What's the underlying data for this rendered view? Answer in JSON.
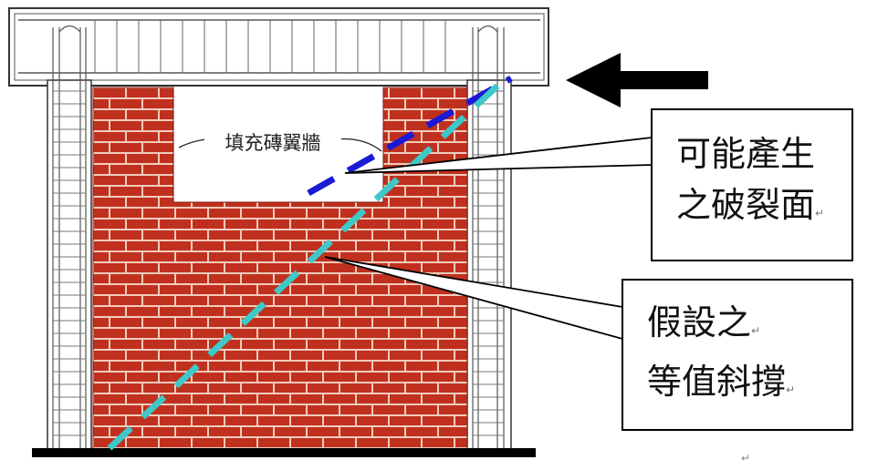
{
  "labels": {
    "infill_wall": "填充磚翼牆",
    "failure_plane_line1": "可能產生",
    "failure_plane_line2": "之破裂面",
    "strut_line1": "假設之",
    "strut_line2": "等值斜撐",
    "paragraph_mark": "↵"
  },
  "colors": {
    "brick": "#c0301e",
    "mortar": "#f4d0c0",
    "failure_plane": "#1a1ad6",
    "equivalent_strut": "#3ec8c8",
    "frame_line": "#444444",
    "arrow": "#000000"
  },
  "icons": {
    "load_arrow": "left-arrow-icon"
  }
}
